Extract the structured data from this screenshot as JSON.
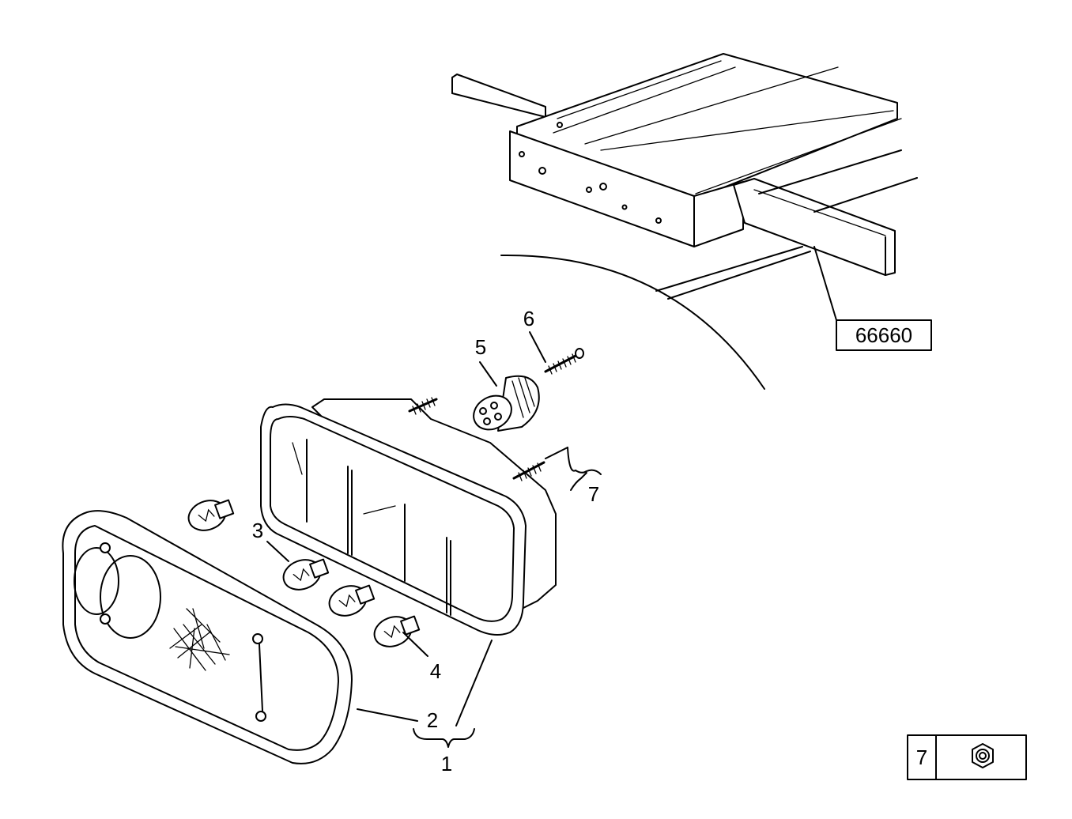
{
  "reference_box": {
    "text": "66660"
  },
  "callouts": {
    "c1": "1",
    "c2": "2",
    "c3": "3",
    "c4": "4",
    "c5": "5",
    "c6": "6",
    "c7": "7"
  },
  "legend": {
    "item_number": "7",
    "icon": "hex-nut-icon"
  }
}
